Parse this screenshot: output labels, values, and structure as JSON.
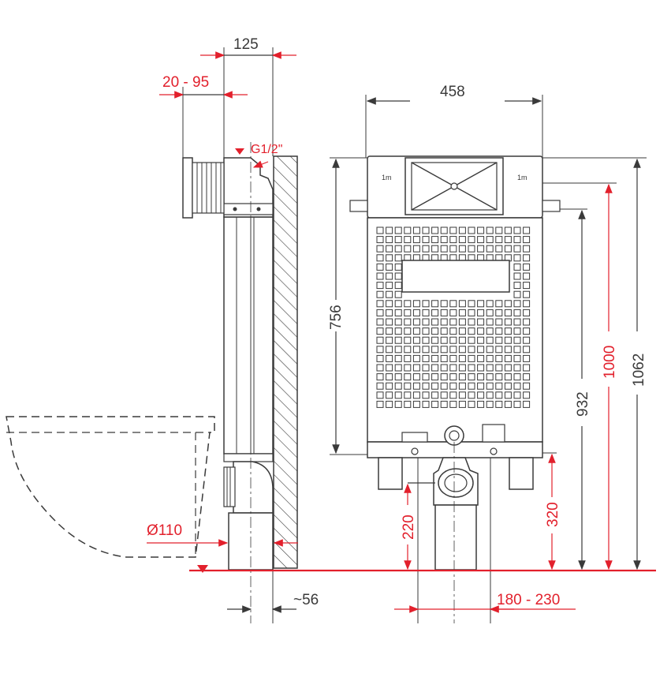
{
  "colors": {
    "line": "#3a3a3a",
    "dim_red": "#e2202c",
    "paper": "#ffffff"
  },
  "dimensions": {
    "top_depth": "125",
    "wall_offset": "20 - 95",
    "water_inlet": "G1/2\"",
    "frame_width": "458",
    "tank_height": "756",
    "frame_height_1062": "1062",
    "height_1000": "1000",
    "height_932": "932",
    "height_320": "320",
    "height_220": "220",
    "drain_diameter": "Ø110",
    "depth_56": "~56",
    "bolt_spacing": "180 - 230"
  },
  "tank_labels": {
    "left_mark": "1m",
    "right_mark": "1m"
  }
}
